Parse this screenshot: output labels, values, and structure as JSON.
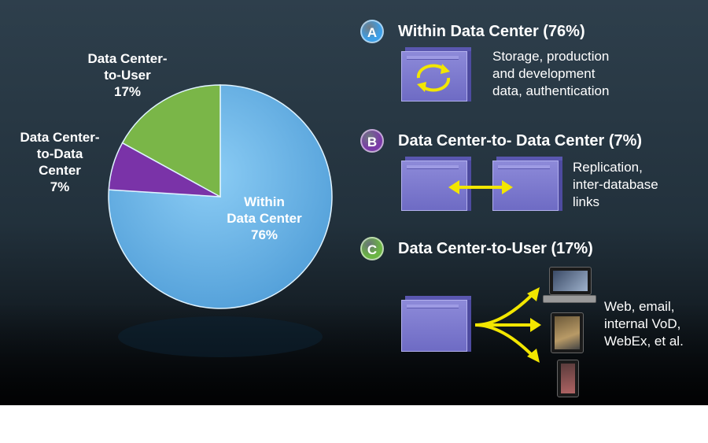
{
  "chart_data": {
    "type": "pie",
    "slices": [
      {
        "label": "Within\nData Center\n76%",
        "value": 76,
        "color": "#6eb6e9"
      },
      {
        "label": "Data Center-\nto-Data\nCenter\n7%",
        "value": 7,
        "color": "#7a33a8"
      },
      {
        "label": "Data Center-\nto-User\n17%",
        "value": 17,
        "color": "#7ab648"
      }
    ]
  },
  "sections": [
    {
      "badge": "A",
      "badge_color": "#3c9fe8",
      "title": "Within Data Center (76%)",
      "description": "Storage, production\nand development\ndata, authentication",
      "icon": "refresh-arrows-icon"
    },
    {
      "badge": "B",
      "badge_color": "#7b3aa8",
      "title": "Data Center-to- Data Center (7%)",
      "description": "Replication,\ninter-database\nlinks",
      "icon": "double-arrow-icon"
    },
    {
      "badge": "C",
      "badge_color": "#6bb544",
      "title": "Data Center-to-User  (17%)",
      "description": "Web, email,\ninternal VoD,\nWebEx, et al.",
      "icon": "fan-out-arrows-icon"
    }
  ],
  "colors": {
    "arrow": "#f2e600",
    "server": "#7c79cf"
  }
}
